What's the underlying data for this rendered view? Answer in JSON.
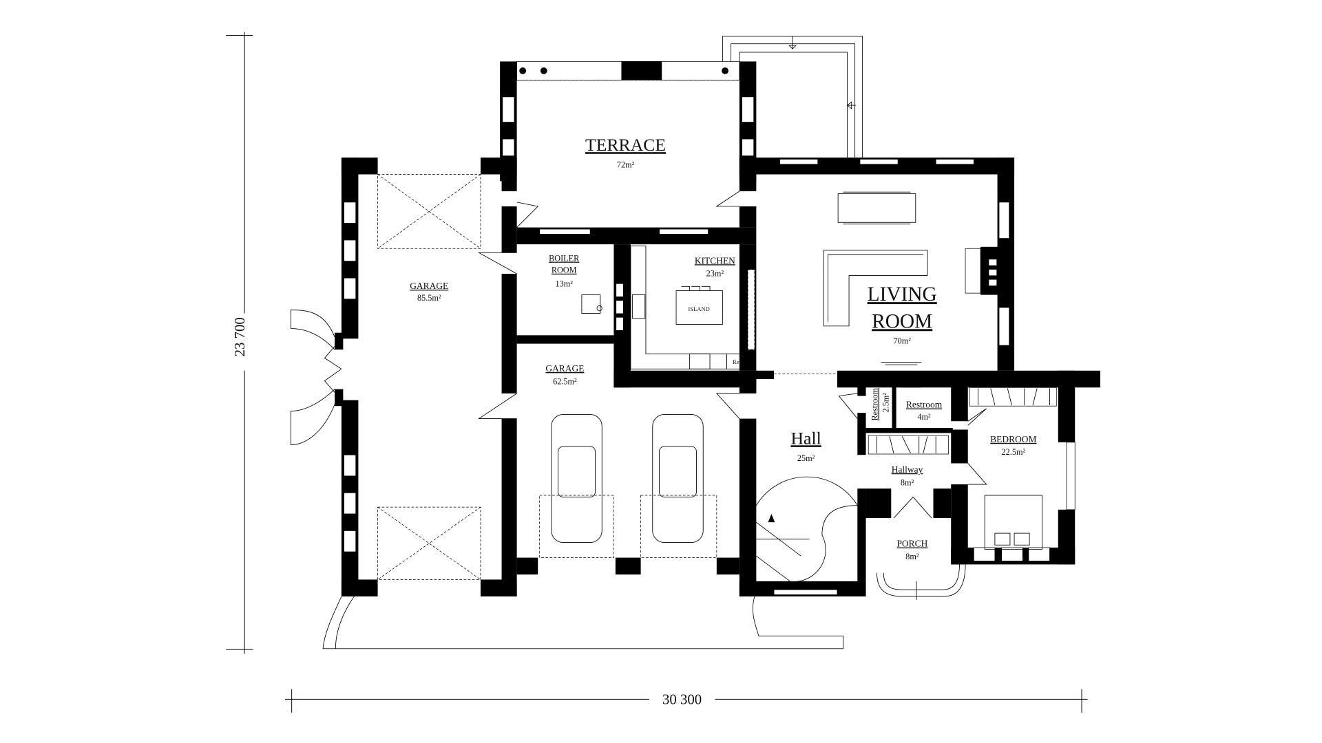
{
  "plan": {
    "dimensions": {
      "height": "23 700",
      "width": "30 300"
    },
    "rooms": {
      "terrace": {
        "name": "TERRACE",
        "area": "72m²"
      },
      "garage_left": {
        "name": "GARAGE",
        "area": "85.5m²"
      },
      "boiler": {
        "name_line1": "BOILER",
        "name_line2": "ROOM",
        "area": "13m²"
      },
      "kitchen": {
        "name": "KITCHEN",
        "area": "23m²",
        "island": "ISLAND",
        "fridge": "Ref"
      },
      "living": {
        "name_line1": "LIVING",
        "name_line2": "ROOM",
        "area": "70m²"
      },
      "garage_right": {
        "name": "GARAGE",
        "area": "62.5m²"
      },
      "hall": {
        "name": "Hall",
        "area": "25m²"
      },
      "restroom_small": {
        "name": "Restroom",
        "area": "2.5m²"
      },
      "restroom": {
        "name": "Restroom",
        "area": "4m²"
      },
      "hallway": {
        "name": "Hallway",
        "area": "8m²"
      },
      "bedroom": {
        "name": "BEDROOM",
        "area": "22.5m²"
      },
      "porch": {
        "name": "PORCH",
        "area": "8m²"
      }
    }
  }
}
